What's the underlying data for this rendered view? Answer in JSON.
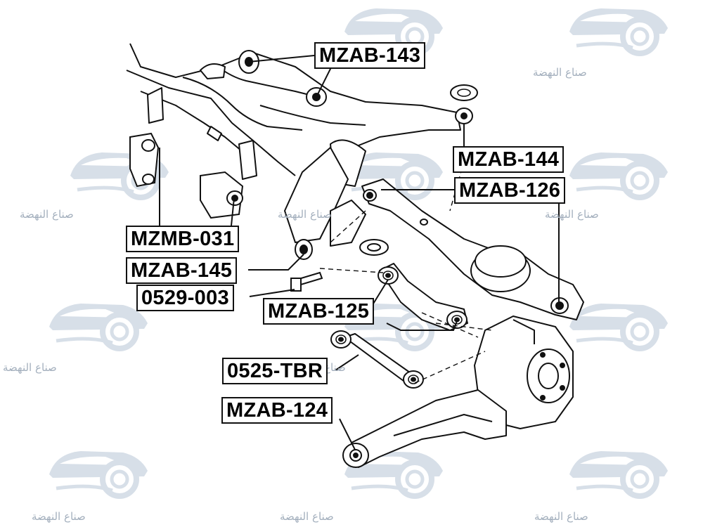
{
  "diagram": {
    "title": "",
    "part_labels": {
      "mzab_143": "MZAB-143",
      "mzab_144": "MZAB-144",
      "mzab_126": "MZAB-126",
      "mzmb_031": "MZMB-031",
      "mzab_145": "MZAB-145",
      "mzab_125": "MZAB-125",
      "part_0529_003": "0529-003",
      "part_0525_tbr": "0525-TBR",
      "mzab_124": "MZAB-124"
    }
  },
  "watermark": {
    "text": "صناع النهضة",
    "icon": "car-gear-logo-icon",
    "color": "#c5d0dc"
  },
  "colors": {
    "line": "#111111",
    "label_border": "#111111",
    "background": "#ffffff"
  }
}
